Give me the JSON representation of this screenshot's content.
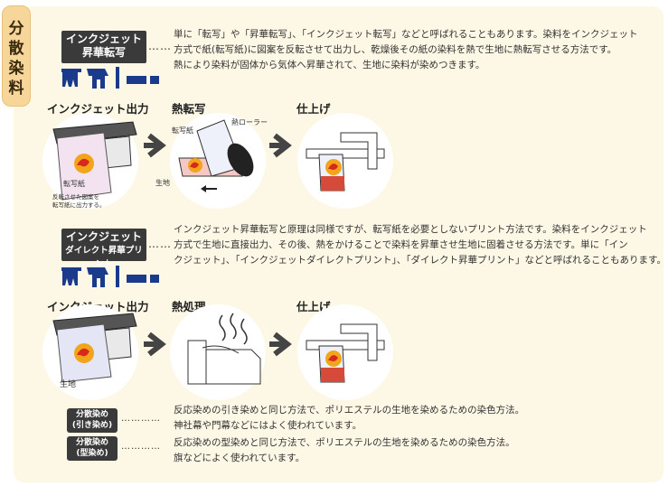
{
  "side_tab": {
    "chars": [
      "分",
      "散",
      "染",
      "料"
    ]
  },
  "section1": {
    "badge_line1": "インクジェット",
    "badge_line2": "昇華転写",
    "dots": "……",
    "desc_lines": [
      "単に「転写」や「昇華転写」、「インクジェット転写」などと呼ばれることもあります。染料をインクジェット",
      "方式で紙(転写紙)に図案を反転させて出力し、乾燥後その紙の染料を熱で生地に熱転写させる方法です。",
      "熱により染料が固体から気体へ昇華されて、生地に染料が染めつきます。"
    ],
    "step1_label": "インクジェット出力",
    "step2_label": "熱転写",
    "step3_label": "仕上げ",
    "label_transfer_paper": "転写紙",
    "label_transfer_paper2": "転写紙",
    "label_heat_roller": "熱ローラー",
    "label_fabric": "生地",
    "note_lines": [
      "反転させた図案を",
      "転写紙に出力する。"
    ]
  },
  "section2": {
    "badge_line1": "インクジェット",
    "badge_line2": "ダイレクト昇華プリント",
    "dots": "……",
    "desc_lines": [
      "インクジェット昇華転写と原理は同様ですが、転写紙を必要としないプリント方法です。染料をインクジェット",
      "方式で生地に直接出力、その後、熱をかけることで染料を昇華させ生地に固着させる方法です。単に「イン",
      "クジェット」、「インクジェットダイレクトプリント」、「ダイレクト昇華プリント」などと呼ばれることもあります。"
    ],
    "step1_label": "インクジェット出力",
    "step2_label": "熱処理",
    "step3_label": "仕上げ",
    "label_fabric": "生地"
  },
  "section3": {
    "items": [
      {
        "line1": "分散染め",
        "line2": "(引き染め)",
        "dots": "…………",
        "desc1": "反応染めの引き染めと同じ方法で、ポリエステルの生地を染めるための染色方法。",
        "desc2": "神社幕や門幕などにはよく使われています。"
      },
      {
        "line1": "分散染め",
        "line2": "(型染め)",
        "dots": "…………",
        "desc1": "反応染めの型染めと同じ方法で、ポリエステルの生地を染めるための染色方法。",
        "desc2": "旗などによく使われています。"
      }
    ]
  },
  "colors": {
    "panel": "#fdf7e6",
    "badge": "#3a3a3a",
    "accent_blue": "#1a3a8c",
    "logo_red": "#d8281e",
    "logo_orange": "#f2a51a"
  }
}
